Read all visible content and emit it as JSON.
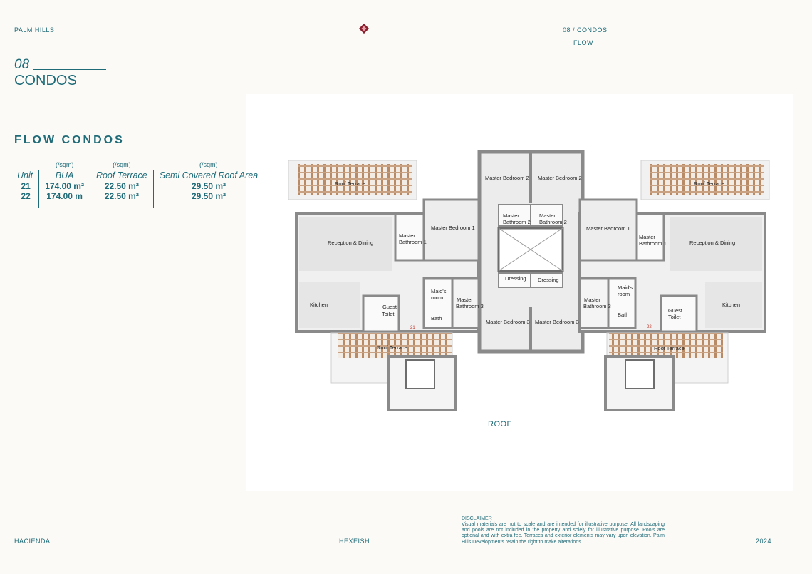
{
  "header": {
    "brand": "PALM HILLS",
    "breadcrumb": "08 / CONDOS",
    "section": "FLOW",
    "page_number": "08",
    "page_title": "CONDOS",
    "logo_color": "#8b1e2d"
  },
  "flow": {
    "heading": "FLOW CONDOS",
    "unit_labels": [
      "(/sqm)",
      "(/sqm)",
      "(/sqm)"
    ],
    "columns": [
      "Unit",
      "BUA",
      "Roof Terrace",
      "Semi Covered Roof Area"
    ],
    "rows": [
      [
        "21",
        "174.00 m²",
        "22.50 m²",
        "29.50 m²"
      ],
      [
        "22",
        "174.00 m",
        "22.50 m²",
        "29.50 m²"
      ]
    ]
  },
  "plan": {
    "caption": "ROOF",
    "unit_left": "21",
    "unit_right": "22",
    "rooms": {
      "roof_terrace": "Roof Terrace",
      "master_bedroom_1": "Master Bedroom 1",
      "master_bedroom_2": "Master Bedroom 2",
      "master_bedroom_3": "Master Bedroom 3",
      "master_bathroom": "Master",
      "bathroom_1": "Bathroom 1",
      "bathroom_2": "Bathroom 2",
      "bathroom_3": "Bathroom 3",
      "reception": "Reception & Dining",
      "kitchen": "Kitchen",
      "guest": "Guest",
      "toilet": "Toilet",
      "maids": "Maid's",
      "room": "room",
      "bath": "Bath",
      "dressing": "Dressing"
    }
  },
  "footer": {
    "left": "HACIENDA",
    "center": "HEXEISH",
    "disclaimer_title": "DISCLAIMER",
    "disclaimer_text": "Visual materials are not to scale and are intended for illustrative purpose. All landscaping and pools are not included in the property and solely for illustrative purpose. Pools are optional and with extra fee. Terraces and exterior elements may vary upon elevation. Palm Hills Developments retain the right to make alterations.",
    "year": "2024"
  },
  "colors": {
    "accent": "#1f6b78",
    "wall": "#8a8a8a",
    "pergola": "#b98a66",
    "unit_number": "#c0392b"
  }
}
